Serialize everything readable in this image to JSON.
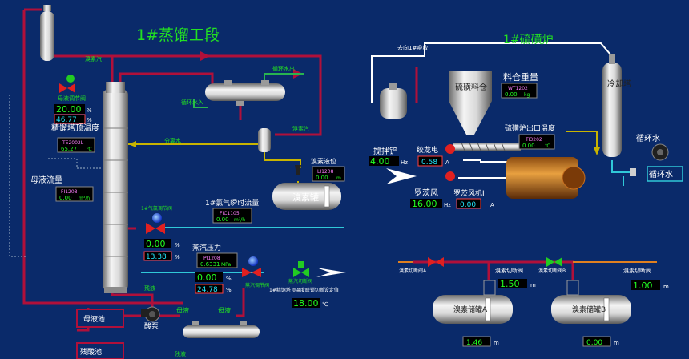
{
  "colors": {
    "background": "#0a2a6a",
    "pipe_red": "#b0103a",
    "pipe_yellow": "#c8b400",
    "pipe_green": "#28b450",
    "pipe_cyan": "#30c8d8",
    "pipe_orange": "#e08020",
    "title_green": "#22e022",
    "value_green": "#22ff22",
    "value_cyan": "#22e8ff"
  },
  "sections": {
    "distillation_title": "1#蒸馏工段",
    "furnace_title": "1#硫磺炉"
  },
  "distillation": {
    "mother_liquor_valve_label": "母液调节阀",
    "mother_liquor_valve_value": "20.00",
    "mother_liquor_valve_feedback": "46.77",
    "pct": "%",
    "top_temp_label": "精馏塔顶温度",
    "top_temp_tag": "TE2002L",
    "top_temp_value": "65.27",
    "top_temp_unit": "℃",
    "mother_flow_label": "母液流量",
    "mother_flow_tag": "FI1208",
    "mother_flow_value": "0.00",
    "mother_flow_unit": "m³/h",
    "reflux_pipe_label": "溴素汽",
    "cooling_water_out": "循环水出",
    "cooling_water_in": "循环水入",
    "condenser_vapor_label": "溴素汽",
    "separated_water_label": "分离水",
    "bromine_level_label": "溴素液位",
    "bromine_level_tag": "LI1208",
    "bromine_level_value": "0.00",
    "bromine_level_unit": "m",
    "bromine_tank_label": "溴素罐",
    "chlorine_valve_label": "1#气氯调节阀",
    "chlorine_valve_value": "0.00",
    "chlorine_valve_feedback": "13.38",
    "chlorine_flow_label": "1#氯气瞬时流量",
    "chlorine_flow_tag": "FIC1105",
    "chlorine_flow_value": "0.00",
    "chlorine_flow_unit": "m³/h",
    "steam_pressure_label": "蒸汽压力",
    "steam_pressure_tag": "PI1208",
    "steam_pressure_value": "0.6331",
    "steam_pressure_unit": "MPa",
    "steam_valve_label": "蒸汽调节阀",
    "steam_valve_value": "0.00",
    "steam_valve_feedback": "24.78",
    "steam_cutoff_label": "蒸汽切断阀",
    "residue_label": "残液",
    "top_temp_setpoint_label": "1#精馏塔顶温度联锁切断设定值",
    "top_temp_setpoint_value": "18.00",
    "top_temp_setpoint_unit": "℃",
    "mother_pool_label": "母液池",
    "acid_pump_label": "酸泵",
    "mother_liquor_label": "母液",
    "residual_acid_pool_label": "残酸池",
    "residue_bottom_label": "残液"
  },
  "furnace": {
    "to_absorption_label": "去向1#吸收",
    "sulfur_bin_label": "硫磺料仓",
    "bin_weight_label": "料仓重量",
    "bin_weight_tag": "WT1202",
    "bin_weight_value": "0.00",
    "bin_weight_unit": "kg",
    "outlet_temp_label": "硫磺炉出口温度",
    "outlet_temp_tag": "TI3202",
    "outlet_temp_value": "0.00",
    "outlet_temp_unit": "℃",
    "screw_feeder_label": "绞龙电",
    "screw_feeder_value": "0.58",
    "screw_feeder_unit": "A",
    "stirrer_label": "搅拌铲",
    "stirrer_value": "4.00",
    "stirrer_unit": "Hz",
    "roots_blower_label": "罗茨风",
    "roots_blower_value": "16.00",
    "roots_blower_unit": "Hz",
    "roots_motor_label": "罗茨风机I",
    "roots_motor_value": "0.00",
    "roots_motor_unit": "A",
    "cooler_label": "冷却塔",
    "circulating_water_label": "循环水",
    "circulating_water_box": "循环水"
  },
  "storage": {
    "valve_a_label": "溴素切断阀A",
    "valve_b_label": "溴素切断阀B",
    "level_a_label": "溴素切断阀",
    "level_a_value": "1.50",
    "level_a_unit": "m",
    "level_b_label": "溴素切断阀",
    "level_b_value": "1.00",
    "level_b_unit": "m",
    "tank_a_label": "溴素储罐A",
    "tank_b_label": "溴素储罐B",
    "tank_a_level": "1.46",
    "tank_a_unit": "m",
    "tank_b_level": "0.00",
    "tank_b_unit": "m"
  }
}
